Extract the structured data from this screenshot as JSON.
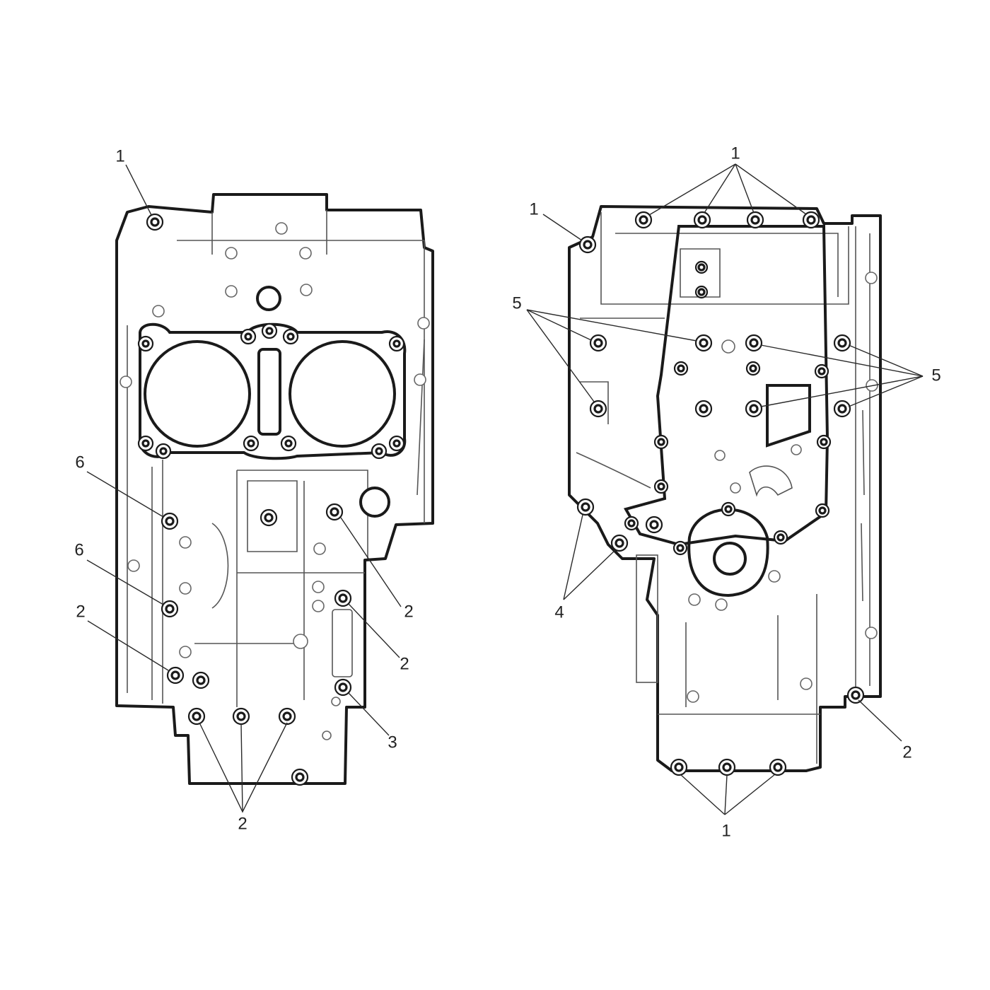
{
  "diagram": {
    "views": [
      {
        "name": "upper-crankcase-view",
        "callouts": [
          {
            "id": "c1",
            "label": "1"
          },
          {
            "id": "c6a",
            "label": "6"
          },
          {
            "id": "c6b",
            "label": "6"
          },
          {
            "id": "c2a",
            "label": "2"
          },
          {
            "id": "c2b",
            "label": "2"
          },
          {
            "id": "c2c",
            "label": "2"
          },
          {
            "id": "c3",
            "label": "3"
          },
          {
            "id": "c2d",
            "label": "2"
          }
        ]
      },
      {
        "name": "lower-crankcase-view",
        "callouts": [
          {
            "id": "c1top",
            "label": "1"
          },
          {
            "id": "c1left",
            "label": "1"
          },
          {
            "id": "c5left",
            "label": "5"
          },
          {
            "id": "c5right",
            "label": "5"
          },
          {
            "id": "c4",
            "label": "4"
          },
          {
            "id": "c2right",
            "label": "2"
          },
          {
            "id": "c1bottom",
            "label": "1"
          }
        ]
      }
    ],
    "line_color": "#1a1a1a",
    "background": "#ffffff"
  }
}
